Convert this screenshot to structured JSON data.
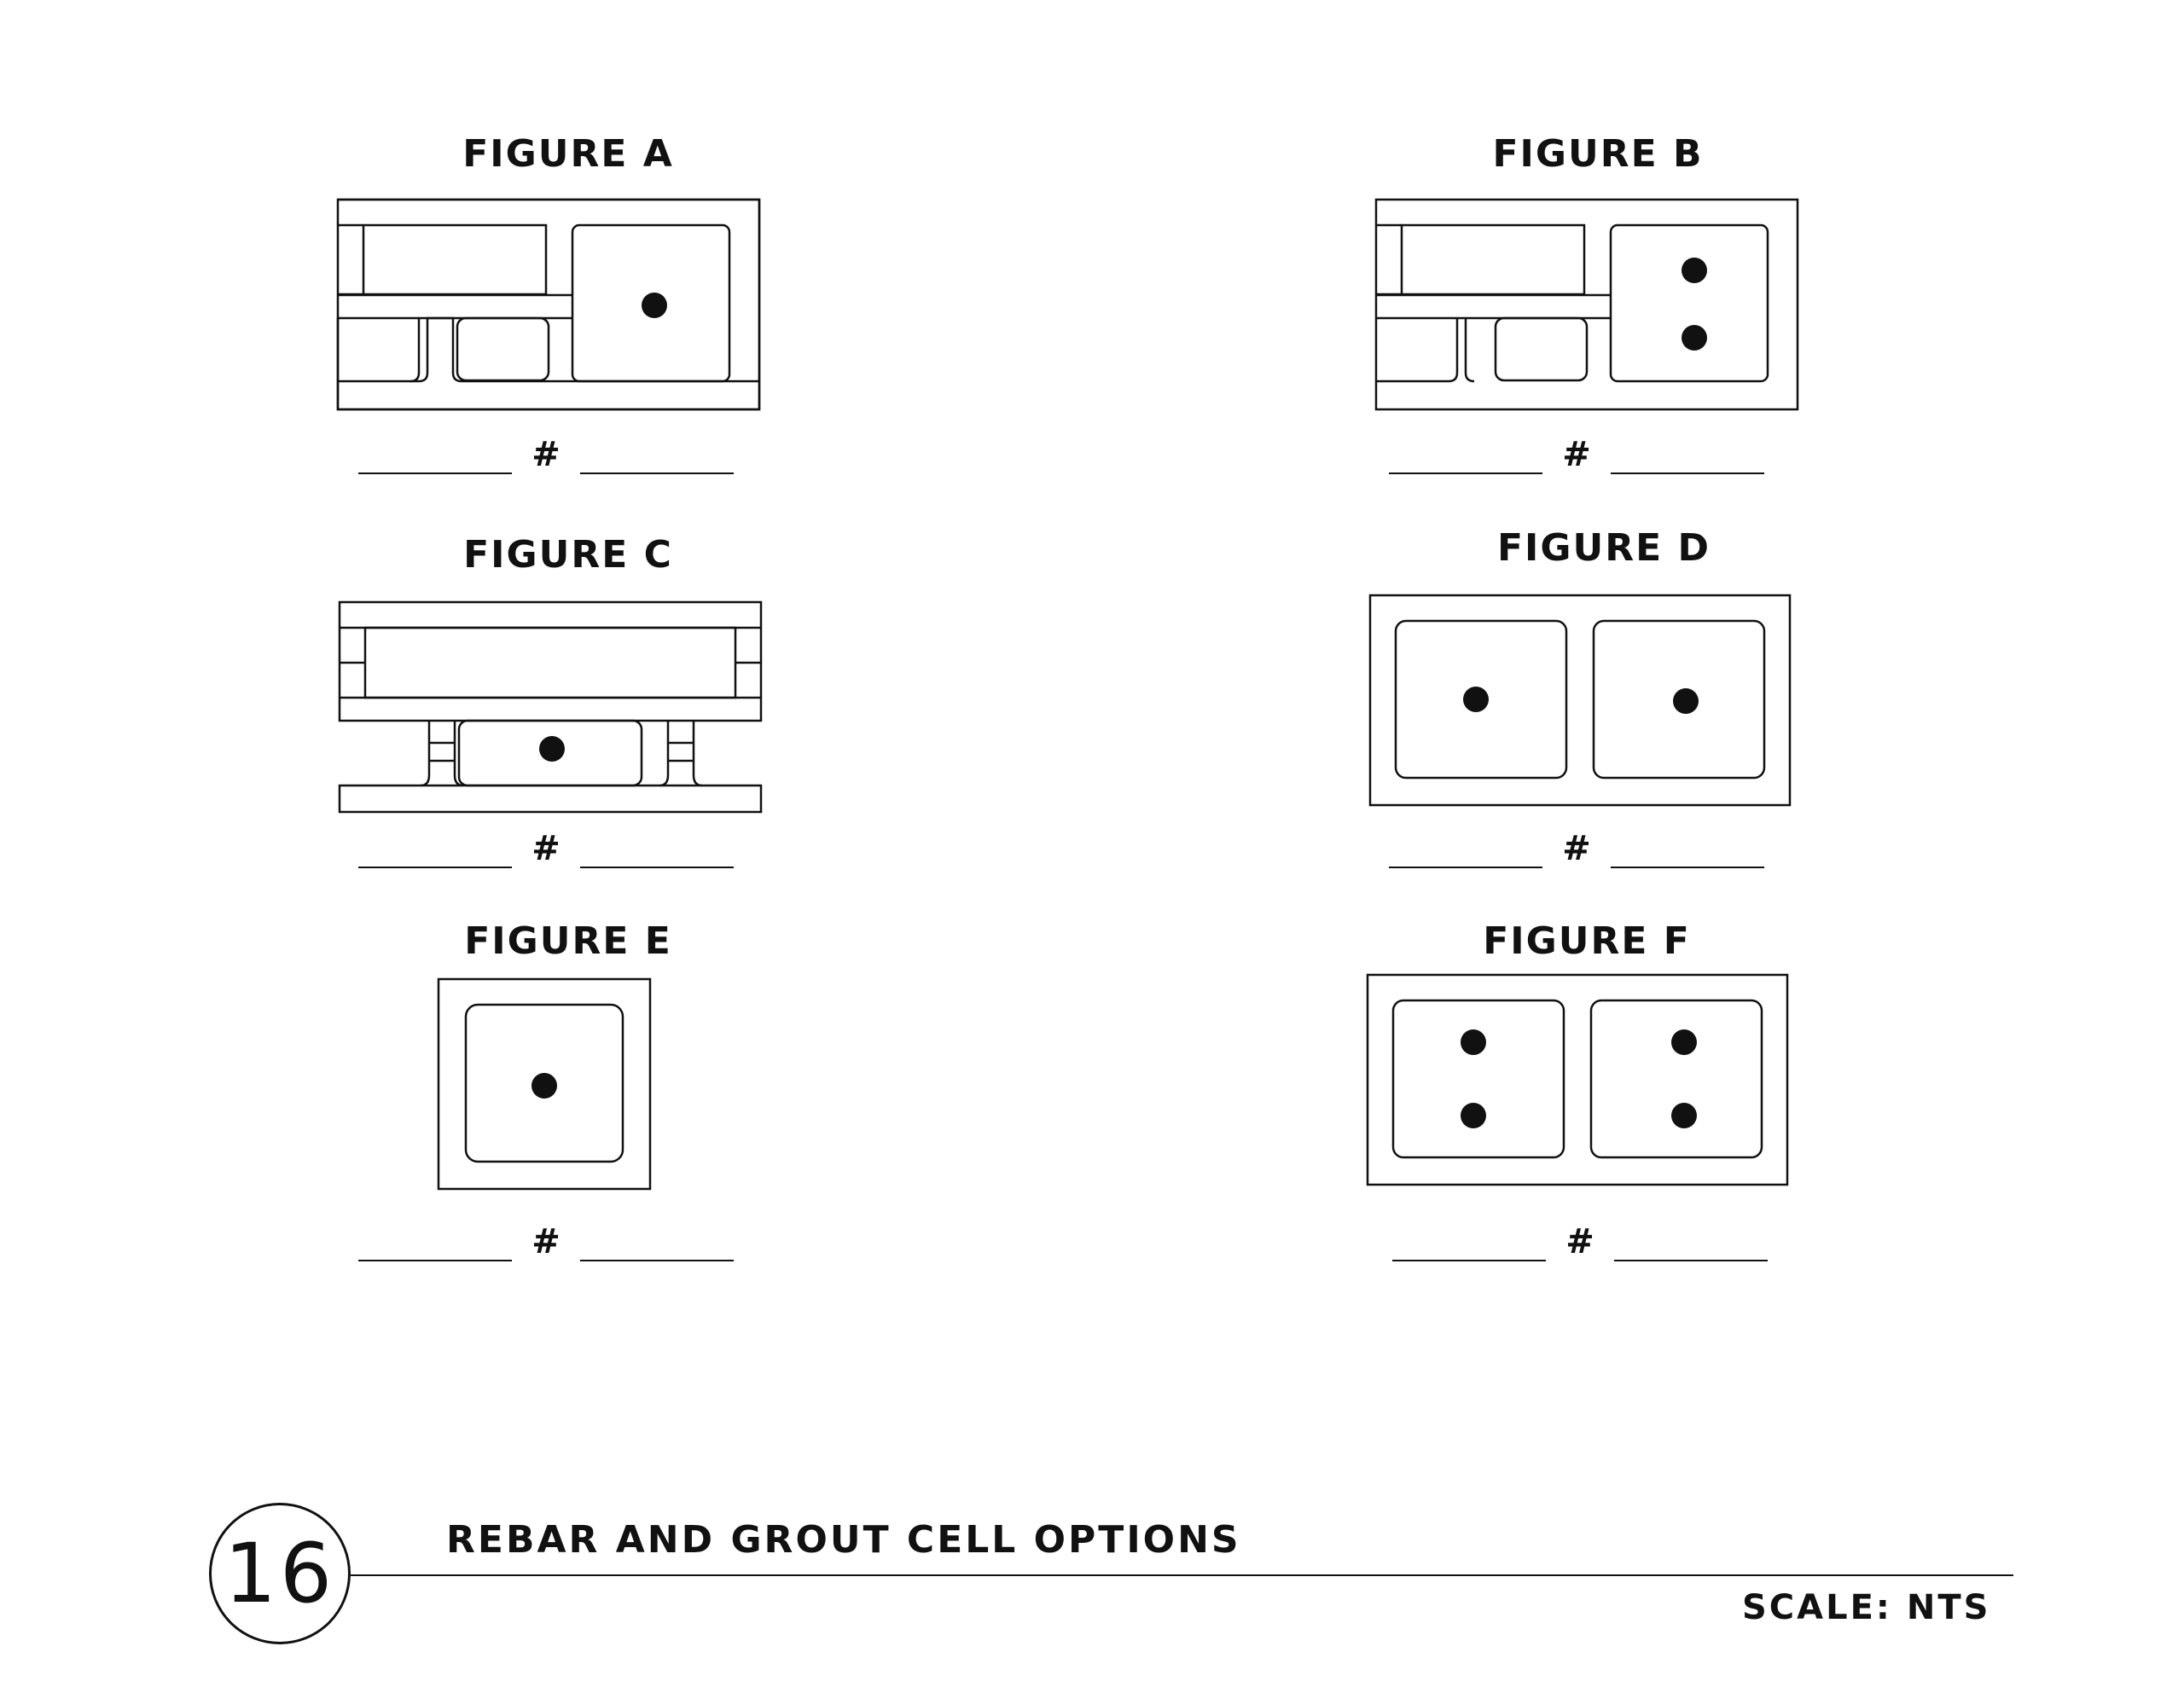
{
  "figures": {
    "a": {
      "label": "FIGURE A",
      "rebar_count": 1
    },
    "b": {
      "label": "FIGURE B",
      "rebar_count": 2
    },
    "c": {
      "label": "FIGURE C",
      "rebar_count": 1
    },
    "d": {
      "label": "FIGURE D",
      "rebar_count": 2
    },
    "e": {
      "label": "FIGURE E",
      "rebar_count": 1
    },
    "f": {
      "label": "FIGURE F",
      "rebar_count": 4
    }
  },
  "answer_symbol": "#",
  "detail": {
    "number": "16",
    "title": "REBAR AND GROUT CELL OPTIONS",
    "scale": "SCALE: NTS"
  }
}
